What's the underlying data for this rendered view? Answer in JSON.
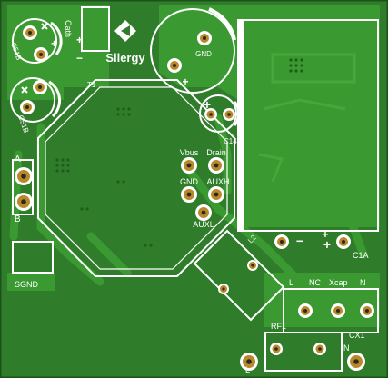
{
  "logo": {
    "text": "Silergy"
  },
  "labels": {
    "cath": "Cath",
    "c51b_top": "C51B",
    "c51b_bottom": "C51B",
    "gnd_c": "GND",
    "t1": "T1",
    "c14": "C14",
    "vbus": "Vbus",
    "drain": "Drain",
    "gnd": "GND",
    "auxh": "AUXH",
    "auxl": "AUXL",
    "l2": "L2",
    "a": "A",
    "b": "B",
    "sgnd": "SGND",
    "l": "L",
    "nc": "NC",
    "xcap": "Xcap",
    "n": "N",
    "rf1": "RF1",
    "cx1": "CX1",
    "c1a": "C1A",
    "plus": "+",
    "minus": "−"
  },
  "colors": {
    "board": "#2f7d2a",
    "copper": "#3a9a31",
    "silkscreen": "#ffffff",
    "pad_copper": "#b8892a",
    "hole": "#2a2a1e"
  }
}
